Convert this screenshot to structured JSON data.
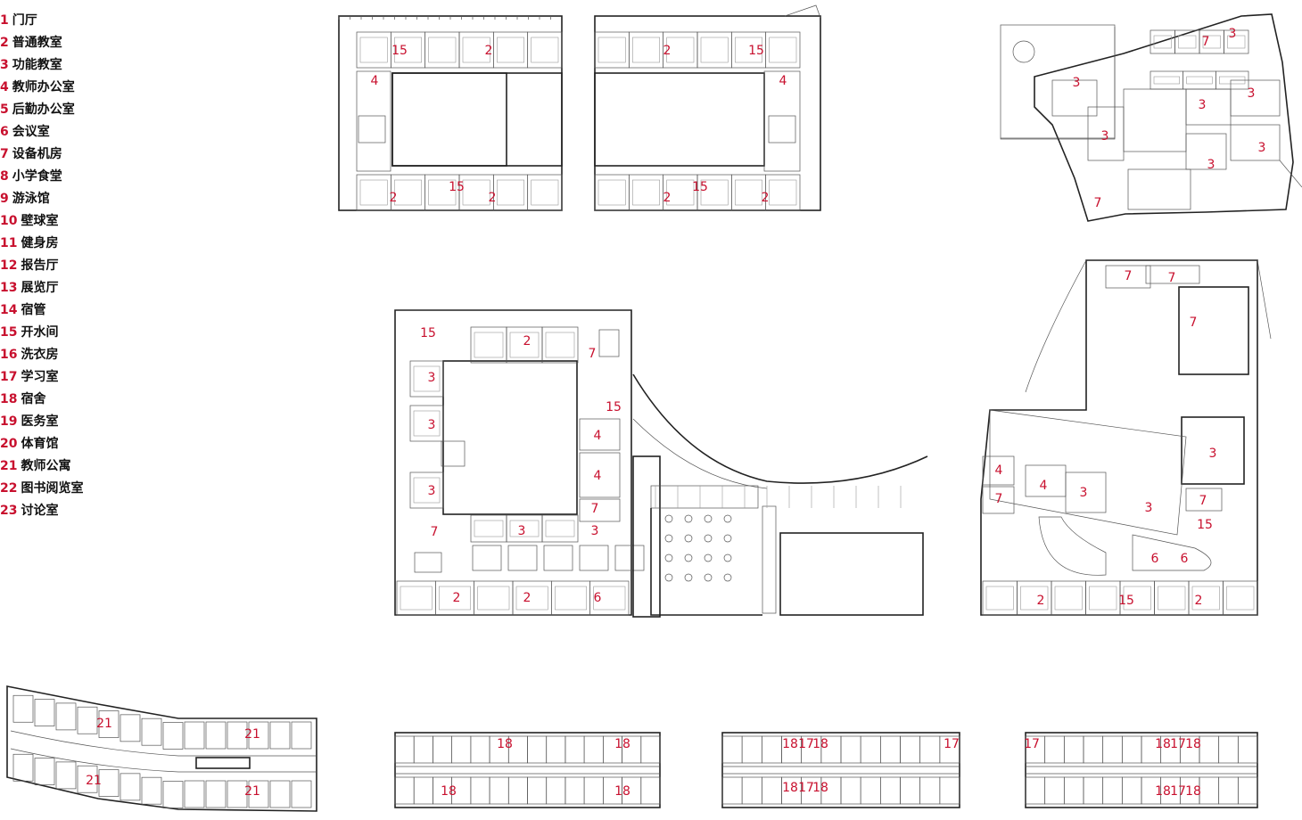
{
  "legend": [
    {
      "num": "1",
      "name": "门厅"
    },
    {
      "num": "2",
      "name": "普通教室"
    },
    {
      "num": "3",
      "name": "功能教室"
    },
    {
      "num": "4",
      "name": "教师办公室"
    },
    {
      "num": "5",
      "name": "后勤办公室"
    },
    {
      "num": "6",
      "name": "会议室"
    },
    {
      "num": "7",
      "name": "设备机房"
    },
    {
      "num": "8",
      "name": "小学食堂"
    },
    {
      "num": "9",
      "name": "游泳馆"
    },
    {
      "num": "10",
      "name": "壁球室"
    },
    {
      "num": "11",
      "name": "健身房"
    },
    {
      "num": "12",
      "name": "报告厅"
    },
    {
      "num": "13",
      "name": "展览厅"
    },
    {
      "num": "14",
      "name": "宿管"
    },
    {
      "num": "15",
      "name": "开水间"
    },
    {
      "num": "16",
      "name": "洗衣房"
    },
    {
      "num": "17",
      "name": "学习室"
    },
    {
      "num": "18",
      "name": "宿舍"
    },
    {
      "num": "19",
      "name": "医务室"
    },
    {
      "num": "20",
      "name": "体育馆"
    },
    {
      "num": "21",
      "name": "教师公寓"
    },
    {
      "num": "22",
      "name": "图书阅览室"
    },
    {
      "num": "23",
      "name": "讨论室"
    }
  ],
  "plans": {
    "teaching_a": [
      "15",
      "2",
      "4",
      "2",
      "15",
      "2"
    ],
    "teaching_b": [
      "2",
      "15",
      "4",
      "2",
      "15",
      "2"
    ],
    "function_block": [
      "7",
      "3",
      "3",
      "3",
      "3",
      "3",
      "3",
      "3",
      "7"
    ],
    "main_block": [
      "15",
      "2",
      "7",
      "3",
      "15",
      "3",
      "4",
      "4",
      "3",
      "7",
      "7",
      "3",
      "3",
      "2",
      "2",
      "6"
    ],
    "east_block": [
      "7",
      "7",
      "7",
      "3",
      "4",
      "4",
      "3",
      "7",
      "3",
      "7",
      "15",
      "6",
      "6",
      "2",
      "15",
      "2"
    ],
    "teacher_apartment": [
      "21",
      "21",
      "21",
      "21"
    ],
    "dorm_a": [
      "18",
      "18",
      "18",
      "18"
    ],
    "dorm_b": [
      "18",
      "17",
      "18",
      "17",
      "18",
      "17",
      "18"
    ],
    "dorm_c": [
      "17",
      "18",
      "17",
      "18",
      "18",
      "17",
      "18"
    ]
  },
  "colors": {
    "label": "#c8102e",
    "line": "#222222"
  }
}
